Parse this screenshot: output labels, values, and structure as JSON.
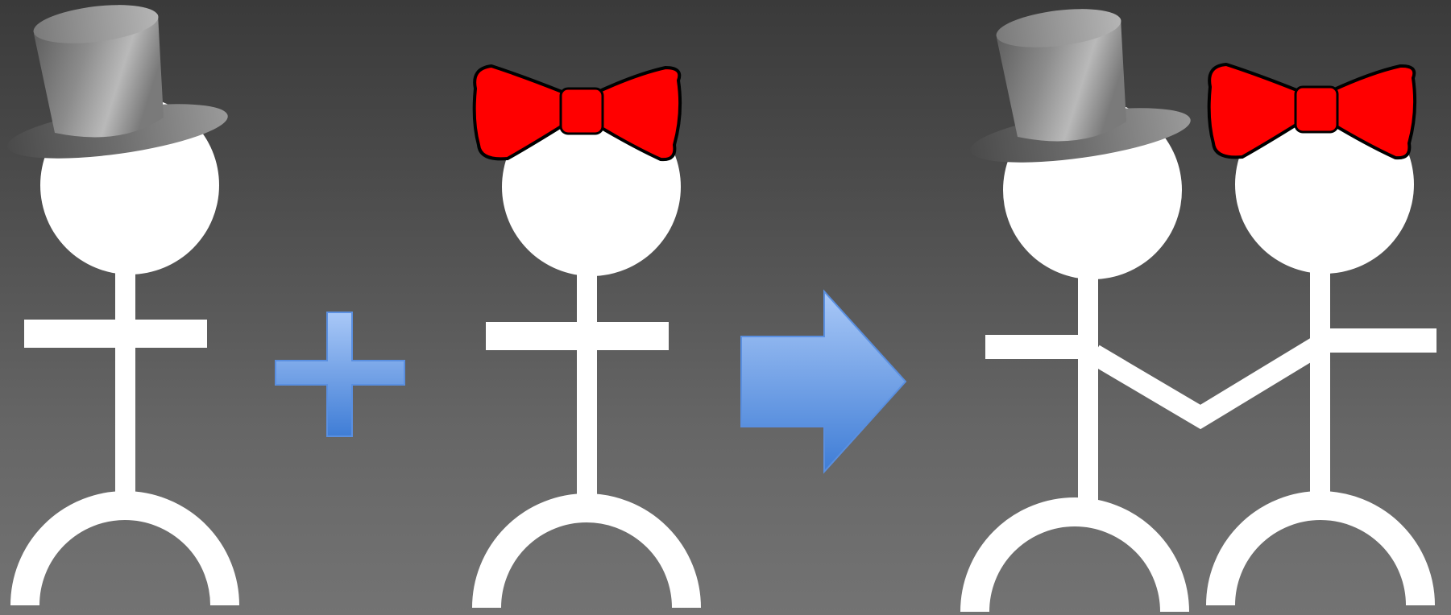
{
  "scene": {
    "background_top": "#3a3a3a",
    "background_bottom": "#737373",
    "figure_color": "#ffffff",
    "operator_color_light": "#a9c8f7",
    "operator_color_dark": "#3f7dd6",
    "bow_color": "#ff0000",
    "hat_color": "#6e6e6e"
  },
  "panels": [
    {
      "role": "operand",
      "figure": "stick-figure-with-top-hat",
      "icon": "top-hat-icon"
    },
    {
      "role": "operator",
      "symbol": "plus",
      "icon": "plus-icon"
    },
    {
      "role": "operand",
      "figure": "stick-figure-with-bow",
      "icon": "bow-icon"
    },
    {
      "role": "operator",
      "symbol": "arrow-right",
      "icon": "arrow-right-icon"
    },
    {
      "role": "result",
      "figure": "couple-holding-hands",
      "icon": "couple-icon"
    }
  ]
}
